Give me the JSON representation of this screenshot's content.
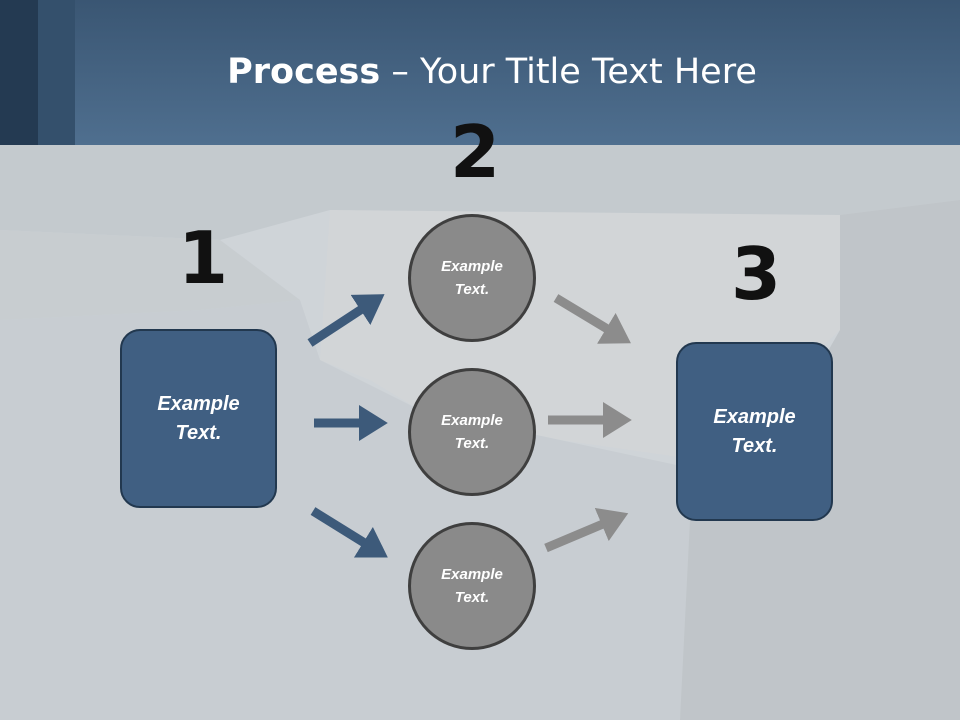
{
  "slide": {
    "title_bold": "Process",
    "title_rest": " – Your Title Text Here"
  },
  "steps": {
    "num1": "1",
    "num2": "2",
    "num3": "3"
  },
  "left_box": {
    "text_line1": "Example",
    "text_line2": "Text."
  },
  "right_box": {
    "text_line1": "Example",
    "text_line2": "Text."
  },
  "circles": [
    {
      "line1": "Example",
      "line2": "Text."
    },
    {
      "line1": "Example",
      "line2": "Text."
    },
    {
      "line1": "Example",
      "line2": "Text."
    }
  ],
  "colors": {
    "header": "#4f6f8f",
    "box_fill": "#405f82",
    "circle_fill": "#8a8a8a",
    "arrow_blue": "#3d5a7a",
    "arrow_gray": "#8c8c8c"
  }
}
